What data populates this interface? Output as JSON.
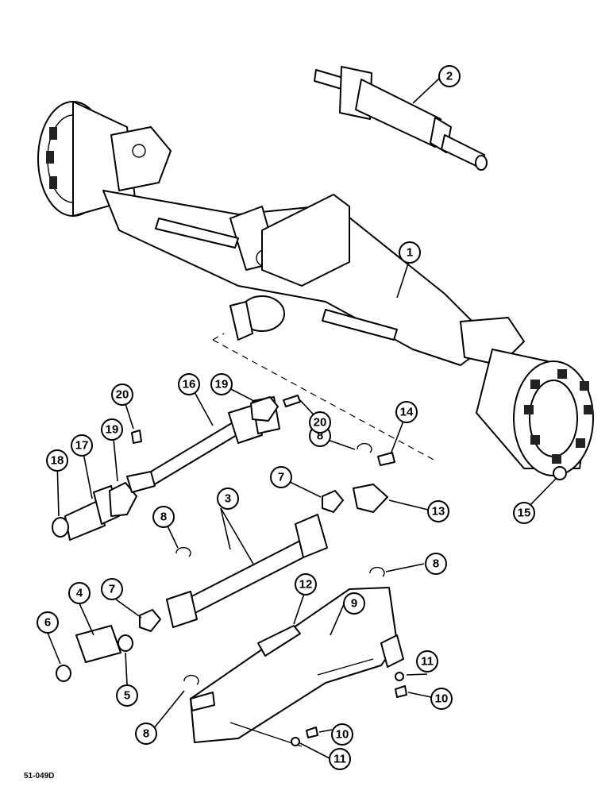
{
  "diagram": {
    "reference_code": "51-049D",
    "callouts": [
      {
        "label": "1"
      },
      {
        "label": "2"
      },
      {
        "label": "3"
      },
      {
        "label": "4"
      },
      {
        "label": "5"
      },
      {
        "label": "6"
      },
      {
        "label": "7"
      },
      {
        "label": "7"
      },
      {
        "label": "8"
      },
      {
        "label": "8"
      },
      {
        "label": "8"
      },
      {
        "label": "8"
      },
      {
        "label": "9"
      },
      {
        "label": "10"
      },
      {
        "label": "10"
      },
      {
        "label": "11"
      },
      {
        "label": "11"
      },
      {
        "label": "12"
      },
      {
        "label": "13"
      },
      {
        "label": "14"
      },
      {
        "label": "15"
      },
      {
        "label": "16"
      },
      {
        "label": "17"
      },
      {
        "label": "18"
      },
      {
        "label": "19"
      },
      {
        "label": "19"
      },
      {
        "label": "20"
      },
      {
        "label": "20"
      }
    ]
  }
}
